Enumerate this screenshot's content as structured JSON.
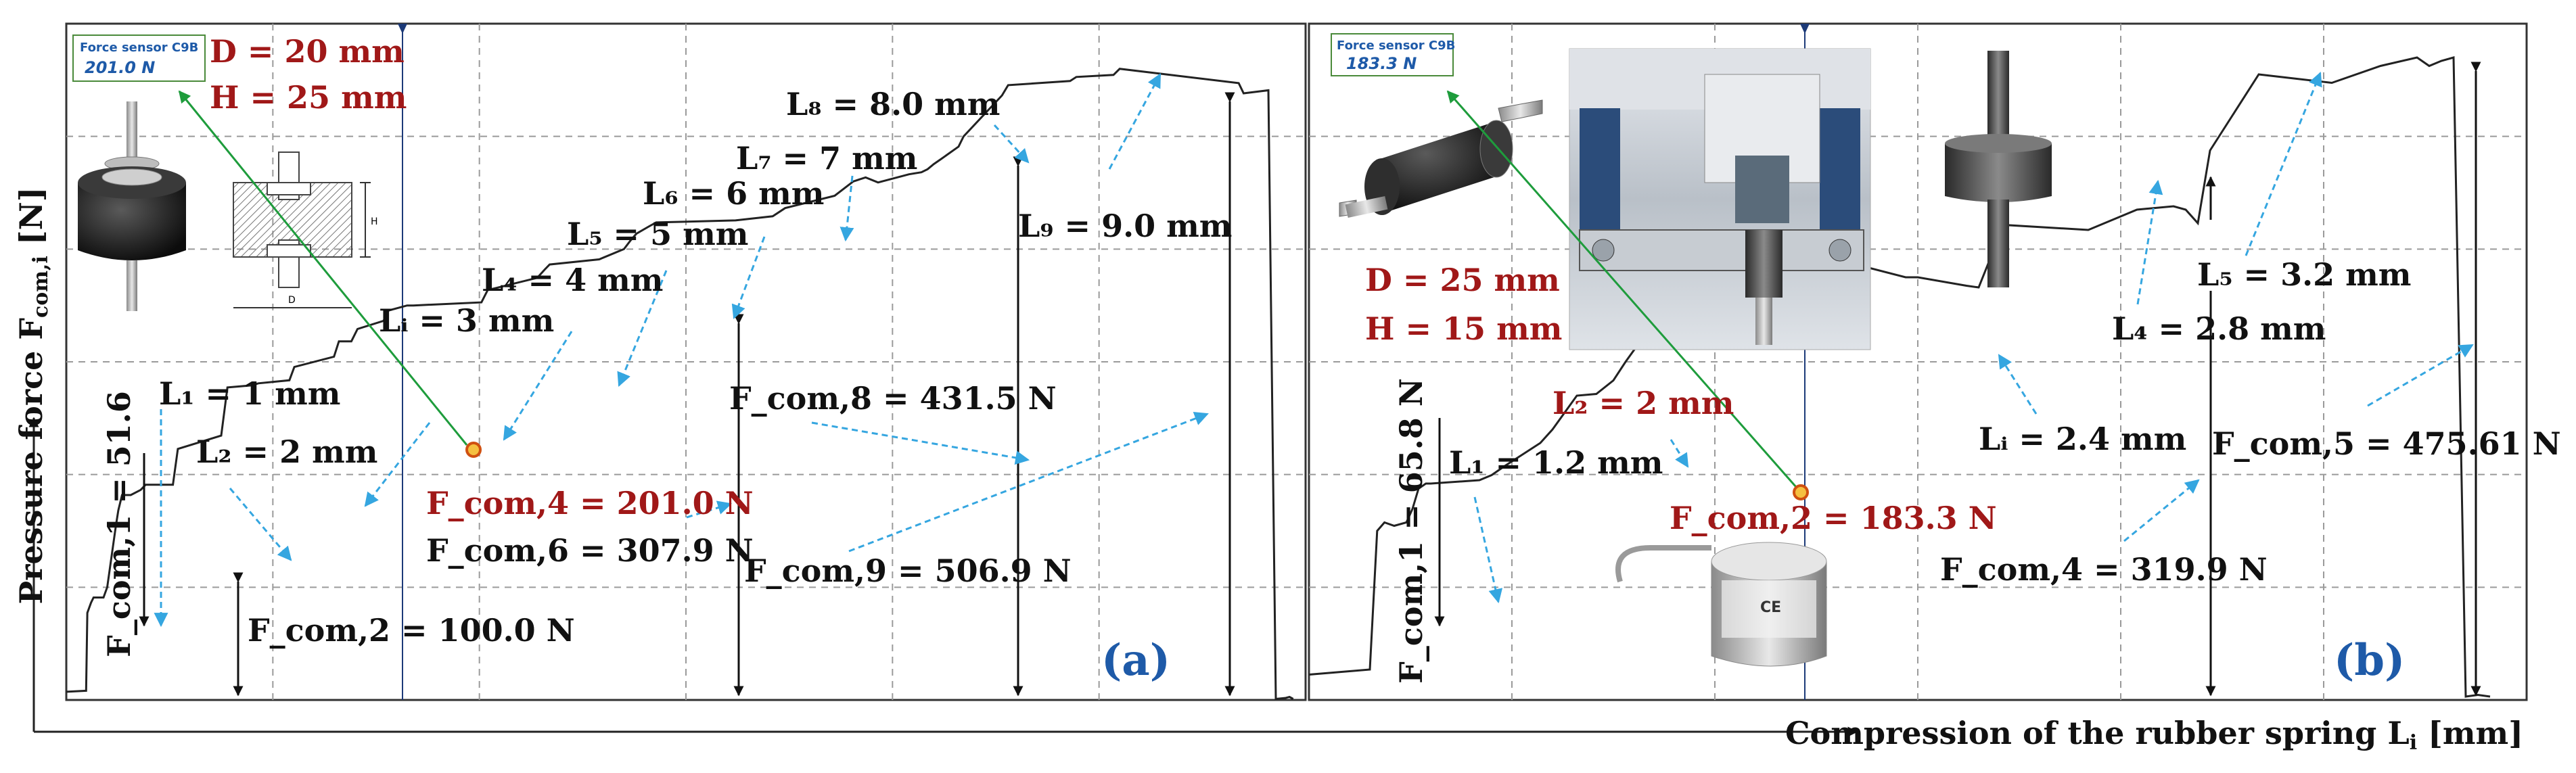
{
  "chart_data": [
    {
      "type": "line",
      "panel": "(a)",
      "sensor": {
        "title": "Force sensor C9B",
        "value": "201.0 N"
      },
      "spring": {
        "diameter": "D = 20 mm",
        "height": "H = 25 mm"
      },
      "drawing_dim_h": "H",
      "drawing_dim_d": "D",
      "curve": {
        "x": [
          0,
          1.6,
          1.7,
          2.0,
          2.2,
          3.0,
          3.3,
          4.0,
          4.2,
          4.5,
          5.2,
          6.0,
          6.4,
          8.6,
          9.0,
          12.5,
          13.0,
          15.0,
          15.5,
          18.0,
          18.4,
          21.6,
          22.0,
          23.0,
          23.5,
          25.6,
          26.0,
          27.5,
          28.0,
          33.5,
          34.0,
          38.0,
          38.6,
          39.0,
          43.0,
          45.0,
          45.5,
          46.0,
          47.0,
          47.6,
          54.0,
          57.0,
          58.0,
          62.0,
          63.5,
          64.5,
          65.5,
          68.0,
          69.0,
          69.5,
          70.0,
          70.6,
          72.0,
          72.4,
          75.5,
          76.0,
          81.0,
          81.5,
          84.5,
          85.0,
          94.6,
          95.0,
          97.0,
          97.6,
          98.4,
          98.7,
          99.0
        ],
        "y": [
          8,
          9,
          85,
          95,
          100,
          100,
          110,
          170,
          185,
          200,
          200,
          205,
          210,
          210,
          245,
          258,
          305,
          307,
          309,
          312,
          325,
          335,
          350,
          350,
          362,
          370,
          380,
          385,
          385,
          388,
          400,
          412,
          420,
          425,
          430,
          440,
          448,
          455,
          462,
          466,
          468,
          472,
          480,
          492,
          506,
          510,
          505,
          513,
          515,
          518,
          523,
          528,
          540,
          550,
          590,
          600,
          604,
          608,
          610,
          616,
          602,
          592,
          595,
          1,
          2,
          3,
          1
        ]
      },
      "annotations": [
        "L₁ = 1 mm",
        "L₂ = 2 mm",
        "Lᵢ = 3 mm",
        "L₄ = 4 mm",
        "L₅ = 5 mm",
        "L₆ = 6 mm",
        "L₇ = 7 mm",
        "L₈ = 8.0 mm",
        "L₉ = 9.0 mm",
        "F_com,1 = 51.6",
        "F_com,2 = 100.0 N",
        "F_com,4 = 201.0 N",
        "F_com,6 = 307.9 N",
        "F_com,8 = 431.5 N",
        "F_com,9 = 506.9 N"
      ]
    },
    {
      "type": "line",
      "panel": "(b)",
      "sensor": {
        "title": "Force sensor C9B",
        "value": "183.3 N"
      },
      "spring": {
        "diameter": "D = 25 mm",
        "height": "H = 15 mm"
      },
      "load_cell_text": "CE",
      "curve": {
        "x": [
          0,
          5.0,
          5.6,
          6.2,
          7.0,
          8.0,
          8.5,
          9.0,
          9.6,
          10.0,
          14.0,
          15.0,
          16.0,
          19.0,
          20.0,
          21.0,
          22.0,
          23.6,
          25.0,
          26.0,
          27.0,
          28.0,
          29.0,
          34.0,
          35.0,
          37.0,
          40.0,
          41.0,
          42.0,
          49.0,
          50.0,
          54.0,
          55.0,
          56.0,
          57.0,
          64.0,
          68.0,
          71.0,
          72.0,
          73.0,
          74.0,
          78.0,
          84.0,
          88.0,
          91.0,
          92.0,
          93.0,
          94.0,
          95.0,
          96.0,
          97.0
        ],
        "y": [
          15,
          18,
          100,
          105,
          103,
          105,
          113,
          125,
          128,
          128,
          130,
          133,
          138,
          152,
          160,
          170,
          180,
          181,
          189,
          200,
          210,
          230,
          250,
          255,
          262,
          265,
          264,
          262,
          263,
          250,
          250,
          245,
          244,
          262,
          281,
          278,
          290,
          292,
          290,
          282,
          325,
          370,
          365,
          375,
          380,
          375,
          378,
          380,
          2,
          3,
          2
        ]
      },
      "annotations": [
        "L₁ = 1.2 mm",
        "L₂ = 2 mm",
        "Lᵢ = 2.4 mm",
        "L₄ = 2.8 mm",
        "L₅ = 3.2 mm",
        "F_com,1 = 65.8 N",
        "F_com,2 = 183.3 N",
        "F_com,4 = 319.9 N",
        "F_com,5 = 475.61 N"
      ]
    }
  ],
  "labels": {
    "ylabel": "Pressure force F",
    "ylabel_sub": "com,i",
    "ylabel_unit": " [N]",
    "xlabel": "Compression of the rubber spring L",
    "xlabel_sub": "i",
    "xlabel_unit": " [mm]"
  },
  "colors": {
    "curve": "#222222",
    "grid": "#9a9a9a",
    "annotation_arrow": "#35a6e0",
    "red_text": "#a01818",
    "panel_label": "#1e5aa8",
    "green_arrow": "#1e9c3c",
    "marker": "#d05010"
  },
  "icons": [
    "rubber-spring-photo-icon",
    "spring-section-drawing-icon",
    "test-rig-photo-icon",
    "load-cell-photo-icon",
    "spring-3d-render-icon"
  ]
}
